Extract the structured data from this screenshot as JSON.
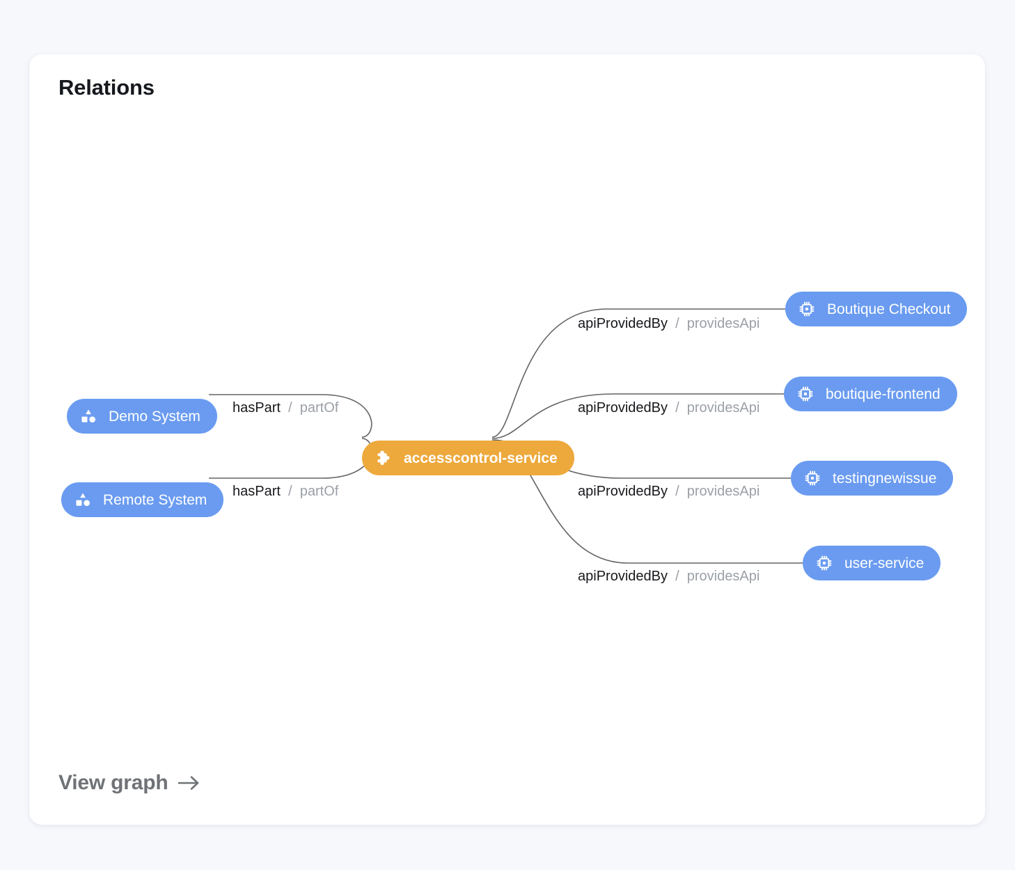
{
  "card": {
    "title": "Relations",
    "footer_link": {
      "label": "View graph",
      "icon": "arrow-right-icon"
    }
  },
  "colors": {
    "page_background": "#f7f8fc",
    "card_background": "#ffffff",
    "node_blue": "#6a9bf0",
    "node_orange": "#eda93c",
    "edge_stroke": "#636363",
    "label_forward": "#17181b",
    "label_reverse": "#9b9fa6",
    "title": "#15181d",
    "footer_link": "#6f7276"
  },
  "graph": {
    "center_node": {
      "label": "accesscontrol-service",
      "kind": "service-center",
      "icon": "puzzle-piece-icon"
    },
    "left_nodes": [
      {
        "label": "Demo System",
        "kind": "system",
        "icon": "shapes-icon"
      },
      {
        "label": "Remote System",
        "kind": "system",
        "icon": "shapes-icon"
      }
    ],
    "right_nodes": [
      {
        "label": "Boutique Checkout",
        "kind": "component",
        "icon": "chip-icon"
      },
      {
        "label": "boutique-frontend",
        "kind": "component",
        "icon": "chip-icon"
      },
      {
        "label": "testingnewissue",
        "kind": "component",
        "icon": "chip-icon"
      },
      {
        "label": "user-service",
        "kind": "component",
        "icon": "chip-icon"
      }
    ],
    "edge_labels": [
      {
        "forward": "hasPart",
        "separator": "/",
        "reverse": "partOf"
      },
      {
        "forward": "hasPart",
        "separator": "/",
        "reverse": "partOf"
      },
      {
        "forward": "apiProvidedBy",
        "separator": "/",
        "reverse": "providesApi"
      },
      {
        "forward": "apiProvidedBy",
        "separator": "/",
        "reverse": "providesApi"
      },
      {
        "forward": "apiProvidedBy",
        "separator": "/",
        "reverse": "providesApi"
      },
      {
        "forward": "apiProvidedBy",
        "separator": "/",
        "reverse": "providesApi"
      }
    ]
  }
}
